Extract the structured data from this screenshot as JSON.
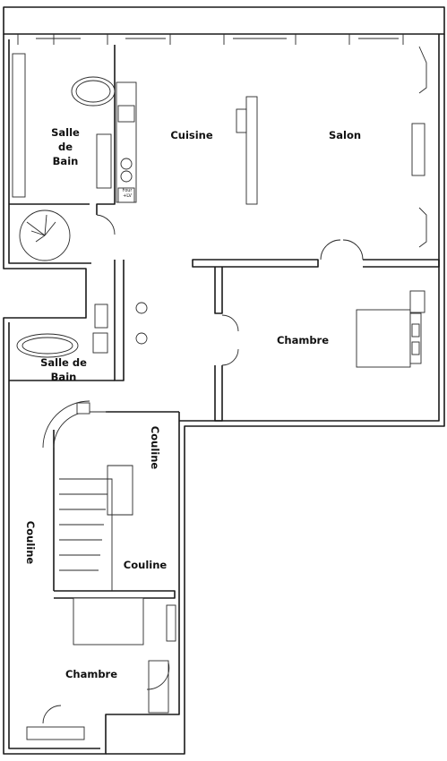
{
  "rooms": {
    "salle_de_bain_1": [
      "Salle",
      "de",
      "Bain"
    ],
    "cuisine": "Cuisine",
    "salon": "Salon",
    "chambre_1": "Chambre",
    "salle_de_bain_2": [
      "Salle de",
      "Bain"
    ],
    "couline_vertical_right": "Couline",
    "couline_vertical_left": "Couline",
    "couline_small": "Couline",
    "chambre_2": "Chambre"
  },
  "fixtures": {
    "appliance_label": [
      "Four",
      "+LV"
    ]
  }
}
